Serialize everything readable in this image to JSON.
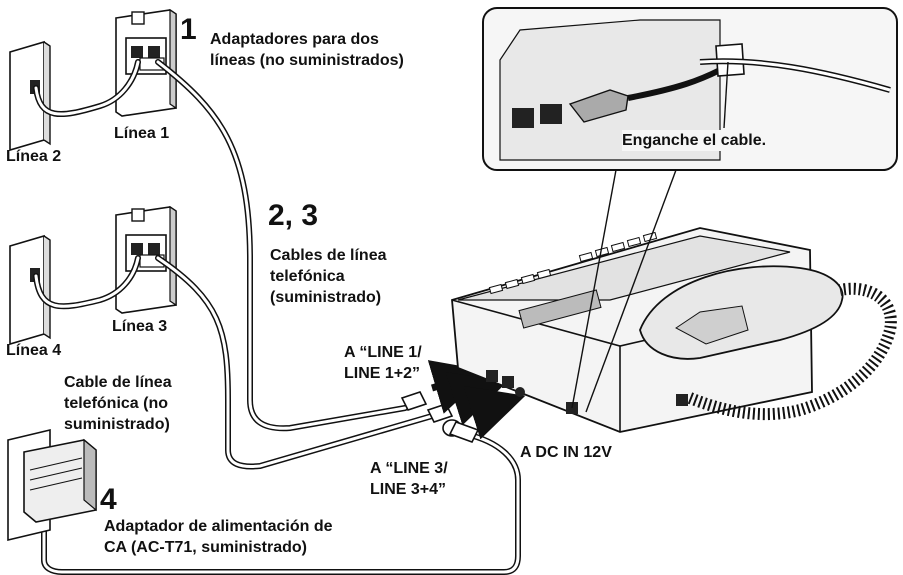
{
  "steps": {
    "s1": "1",
    "s23": "2, 3",
    "s4": "4"
  },
  "labels": {
    "adaptadores_l1": "Adaptadores para dos",
    "adaptadores_l2": "líneas (no suministrados)",
    "linea1": "Línea 1",
    "linea2": "Línea 2",
    "linea3": "Línea 3",
    "linea4": "Línea 4",
    "cables_l1": "Cables de línea",
    "cables_l2": "telefónica",
    "cables_l3": "(suministrado)",
    "cable_no_l1": "Cable de línea",
    "cable_no_l2": "telefónica (no",
    "cable_no_l3": "suministrado)",
    "line12_l1": "A “LINE 1/",
    "line12_l2": "LINE 1+2”",
    "line34_l1": "A “LINE 3/",
    "line34_l2": "LINE 3+4”",
    "dcin": "A DC IN 12V",
    "enganche": "Enganche el cable.",
    "ac_l1": "Adaptador de alimentación de",
    "ac_l2": "CA (AC-T71, suministrado)"
  }
}
